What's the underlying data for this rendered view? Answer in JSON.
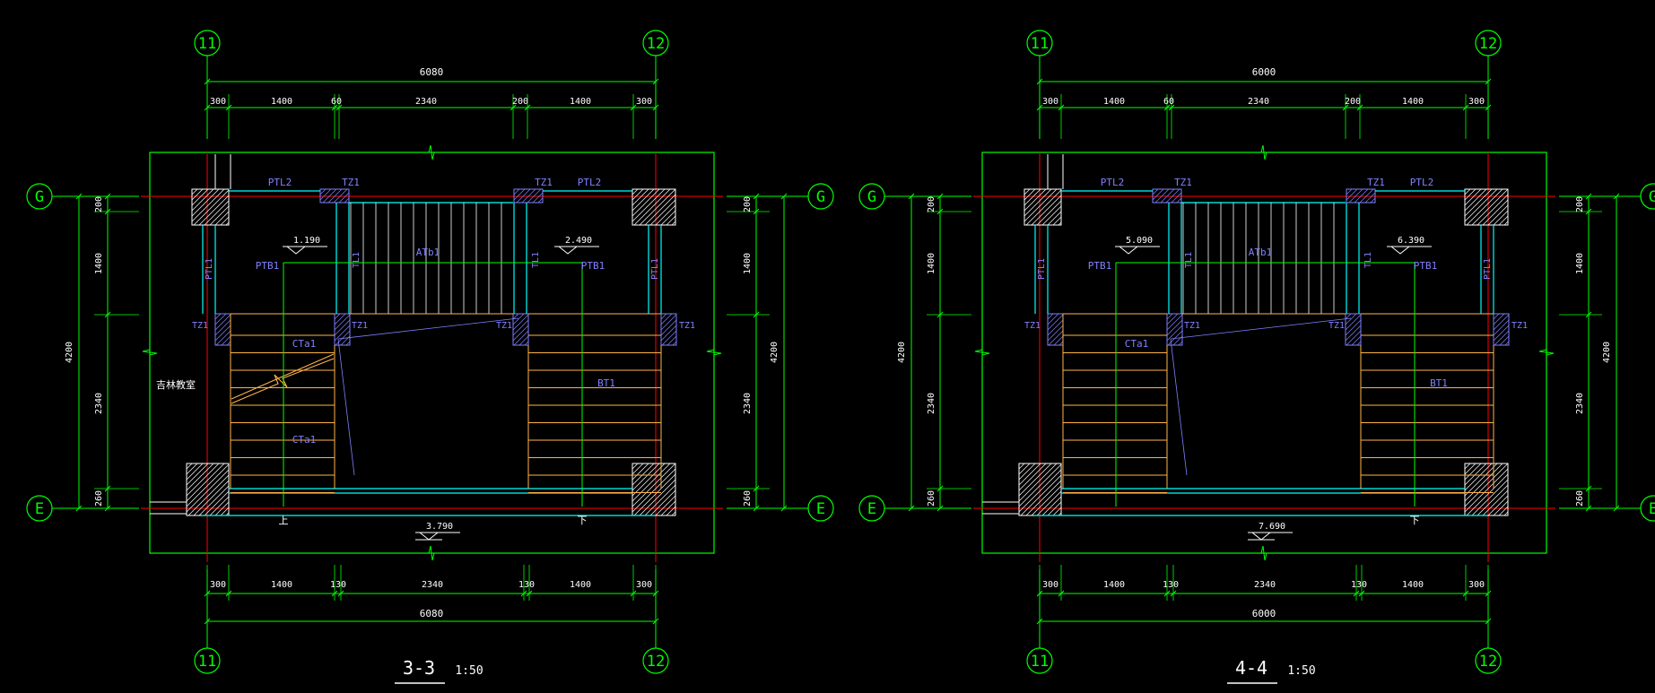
{
  "colors": {
    "background": "#000000",
    "green": "#00ff00",
    "red": "#ff0000",
    "cyan": "#00ffff",
    "orange": "#ffb347",
    "white": "#ffffff",
    "blue": "#8080ff",
    "magenta": "#ff00ff"
  },
  "views": [
    {
      "id": "3-3",
      "title": "3-3",
      "scale": "1:50",
      "grid_top_left": "11",
      "grid_top_right": "12",
      "grid_left_top": "G",
      "grid_left_bottom": "E",
      "grid_right_top": "G",
      "grid_right_bottom": "E",
      "top_total": "6080",
      "top_dims": [
        "300",
        "1400",
        "60",
        "2340",
        "200",
        "1400",
        "300"
      ],
      "bottom_total": "6080",
      "bottom_dims": [
        "300",
        "1400",
        "130",
        "2340",
        "130",
        "1400",
        "300"
      ],
      "left_total": "4200",
      "left_dims": [
        "200",
        "1400",
        "2340",
        "260"
      ],
      "right_total": "4200",
      "right_dims": [
        "200",
        "1400",
        "2340",
        "260"
      ],
      "labels": {
        "ptl2_left": "PTL2",
        "tz1_top_left": "TZ1",
        "tz1_top_right": "TZ1",
        "ptl2_right": "PTL2",
        "ptb1_left": "PTB1",
        "ptb1_right": "PTB1",
        "elev_left": "1.190",
        "elev_right": "2.490",
        "elev_bottom": "3.790",
        "atb": "ATb1",
        "tl1_left": "TL1",
        "tl1_right": "TL1",
        "ptl1_left": "PTL1",
        "ptl1_right": "PTL1",
        "tz1_mid_far_left": "TZ1",
        "tz1_mid_left": "TZ1",
        "tz1_mid_right": "TZ1",
        "tz1_mid_far_right": "TZ1",
        "cta_upper": "CTa1",
        "cta_lower": "CTa1",
        "bt1": "BT1",
        "room_note": "吉林教室",
        "up": "上",
        "down": "下"
      }
    },
    {
      "id": "4-4",
      "title": "4-4",
      "scale": "1:50",
      "grid_top_left": "11",
      "grid_top_right": "12",
      "grid_left_top": "G",
      "grid_left_bottom": "E",
      "grid_right_top": "G",
      "grid_right_bottom": "E",
      "top_total": "6000",
      "top_dims": [
        "300",
        "1400",
        "60",
        "2340",
        "200",
        "1400",
        "300"
      ],
      "bottom_total": "6000",
      "bottom_dims": [
        "300",
        "1400",
        "130",
        "2340",
        "130",
        "1400",
        "300"
      ],
      "left_total": "4200",
      "left_dims": [
        "200",
        "1400",
        "2340",
        "260"
      ],
      "right_total": "4200",
      "right_dims": [
        "200",
        "1400",
        "2340",
        "260"
      ],
      "labels": {
        "ptl2_left": "PTL2",
        "tz1_top_left": "TZ1",
        "tz1_top_right": "TZ1",
        "ptl2_right": "PTL2",
        "ptb1_left": "PTB1",
        "ptb1_right": "PTB1",
        "elev_left": "5.090",
        "elev_right": "6.390",
        "elev_bottom": "7.690",
        "atb": "ATb1",
        "tl1_left": "TL1",
        "tl1_right": "TL1",
        "ptl1_left": "PTL1",
        "ptl1_right": "PTL1",
        "tz1_mid_far_left": "TZ1",
        "tz1_mid_left": "TZ1",
        "tz1_mid_right": "TZ1",
        "tz1_mid_far_right": "TZ1",
        "cta_upper": "CTa1",
        "cta_lower": "",
        "bt1": "BT1",
        "room_note": "",
        "up": "",
        "down": "下"
      }
    }
  ]
}
